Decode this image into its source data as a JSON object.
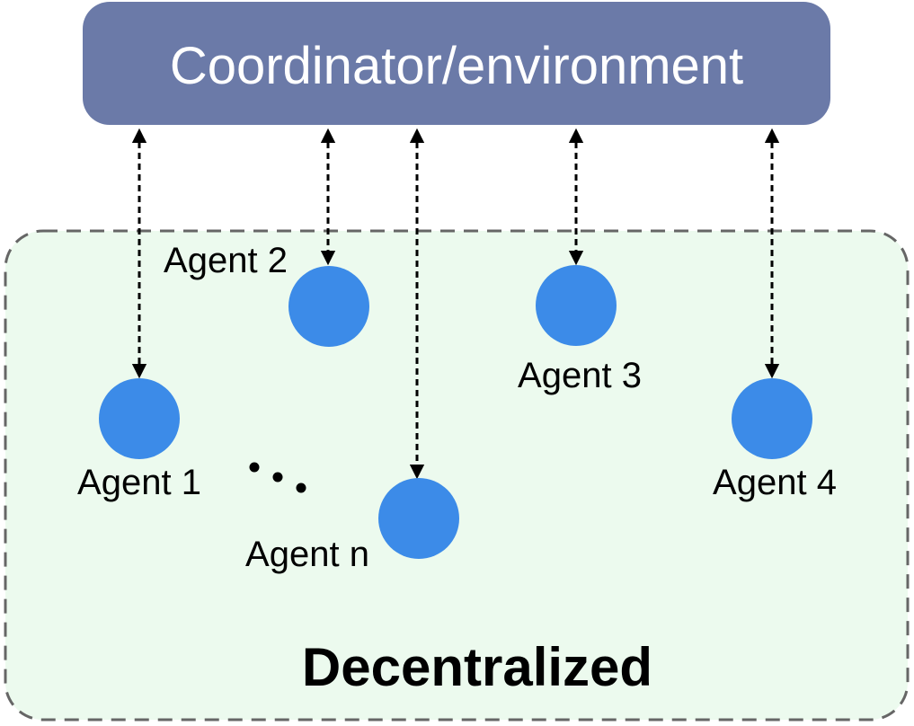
{
  "coordinator": {
    "label": "Coordinator/environment",
    "fill_color": "#6b7aa8",
    "text_color": "#ffffff"
  },
  "region": {
    "label": "Decentralized",
    "fill_color": "#ecfaee",
    "border_color": "#666666",
    "border_style": "dashed"
  },
  "agents": [
    {
      "label": "Agent 1"
    },
    {
      "label": "Agent 2"
    },
    {
      "label": "Agent 3"
    },
    {
      "label": "Agent 4"
    },
    {
      "label": "Agent n"
    }
  ],
  "agent_color": "#3c8be8",
  "ellipsis_icon": "ellipsis-icon",
  "connections": [
    {
      "from": "Coordinator/environment",
      "to": "Agent 1",
      "style": "dashed",
      "direction": "bidirectional"
    },
    {
      "from": "Coordinator/environment",
      "to": "Agent 2",
      "style": "dashed",
      "direction": "bidirectional"
    },
    {
      "from": "Coordinator/environment",
      "to": "Agent n",
      "style": "dashed",
      "direction": "bidirectional"
    },
    {
      "from": "Coordinator/environment",
      "to": "Agent 3",
      "style": "dashed",
      "direction": "bidirectional"
    },
    {
      "from": "Coordinator/environment",
      "to": "Agent 4",
      "style": "dashed",
      "direction": "bidirectional"
    }
  ]
}
